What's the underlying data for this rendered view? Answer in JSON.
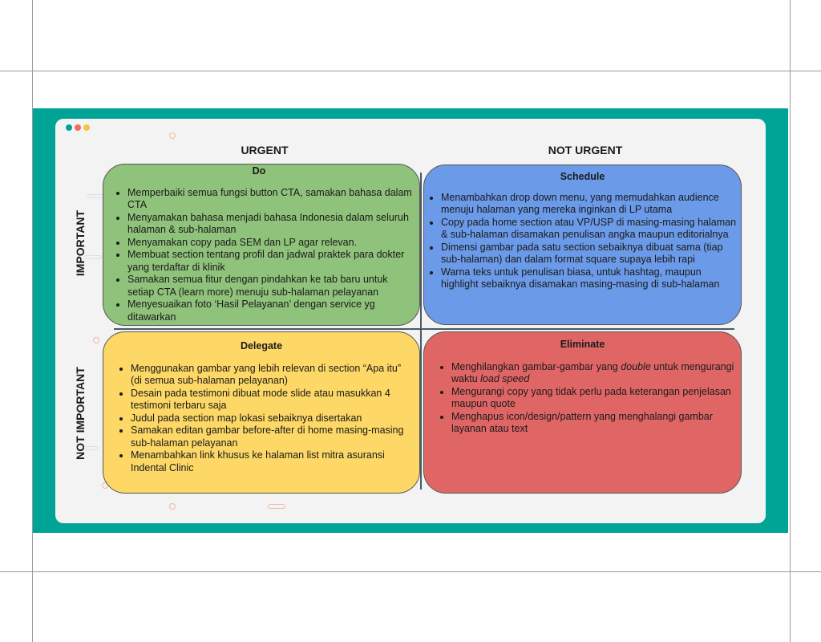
{
  "axes": {
    "urgent": "URGENT",
    "not_urgent": "NOT URGENT",
    "important": "IMPORTANT",
    "not_important": "NOT IMPORTANT"
  },
  "colors": {
    "frame": "#00a497",
    "do": "#8fc27a",
    "schedule": "#6b9ae8",
    "delegate": "#fdd866",
    "eliminate": "#e06666"
  },
  "quadrants": {
    "do": {
      "title": "Do",
      "items": [
        "Memperbaiki semua fungsi button CTA, samakan bahasa dalam CTA",
        "Menyamakan bahasa menjadi bahasa Indonesia dalam seluruh halaman & sub-halaman",
        "Menyamakan copy pada SEM dan LP agar relevan.",
        "Membuat section tentang profil dan jadwal praktek para dokter yang terdaftar di klinik",
        "Samakan semua fitur dengan pindahkan ke tab baru untuk setiap CTA (learn more) menuju sub-halaman pelayanan",
        "Menyesuaikan foto ‘Hasil Pelayanan’ dengan service yg ditawarkan"
      ]
    },
    "schedule": {
      "title": "Schedule",
      "items": [
        "Menambahkan drop down menu, yang memudahkan audience menuju halaman yang mereka inginkan di LP utama",
        "Copy pada home section atau VP/USP di masing-masing halaman & sub-halaman disamakan penulisan angka maupun editorialnya",
        "Dimensi gambar pada satu section sebaiknya dibuat sama (tiap sub-halaman) dan dalam format square supaya lebih rapi",
        "Warna teks untuk penulisan biasa, untuk hashtag, maupun highlight sebaiknya disamakan masing-masing di sub-halaman"
      ]
    },
    "delegate": {
      "title": "Delegate",
      "items": [
        "Menggunakan gambar yang lebih relevan di section “Apa itu” (di semua sub-halaman pelayanan)",
        "Desain pada testimoni dibuat mode slide atau masukkan 4 testimoni terbaru saja",
        "Judul pada section map lokasi sebaiknya disertakan",
        "Samakan editan gambar before-after di home masing-masing sub-halaman pelayanan",
        "Menambahkan link khusus ke halaman list mitra asuransi Indental Clinic"
      ]
    },
    "eliminate": {
      "title": "Eliminate",
      "item1": {
        "a": "Menghilangkan gambar-gambar yang ",
        "b": "double",
        "c": " untuk mengurangi waktu ",
        "d": "load speed"
      },
      "item2": "Mengurangi copy yang tidak perlu pada keterangan penjelasan maupun quote",
      "item3": "Menghapus icon/design/pattern yang menghalangi gambar layanan atau text"
    }
  }
}
